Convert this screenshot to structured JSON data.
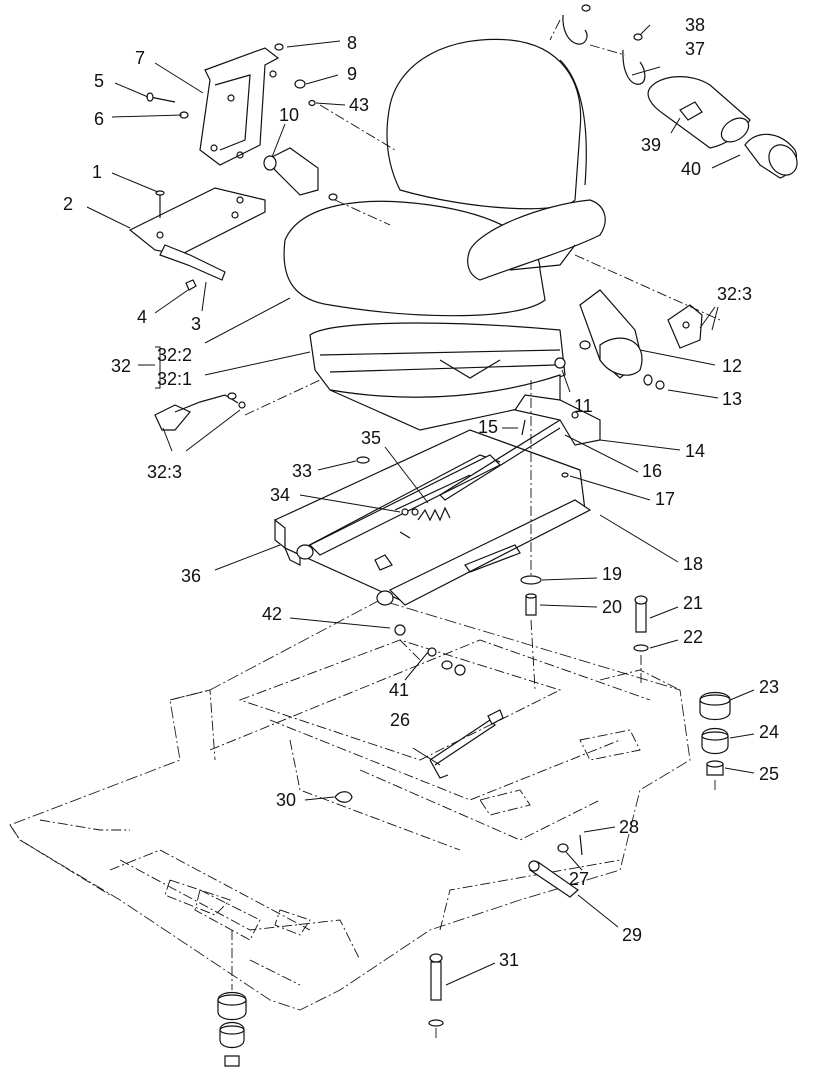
{
  "callouts": [
    {
      "id": "1",
      "label": "1"
    },
    {
      "id": "2",
      "label": "2"
    },
    {
      "id": "3",
      "label": "3"
    },
    {
      "id": "4",
      "label": "4"
    },
    {
      "id": "5",
      "label": "5"
    },
    {
      "id": "6",
      "label": "6"
    },
    {
      "id": "7",
      "label": "7"
    },
    {
      "id": "8",
      "label": "8"
    },
    {
      "id": "9",
      "label": "9"
    },
    {
      "id": "10",
      "label": "10"
    },
    {
      "id": "11",
      "label": "11"
    },
    {
      "id": "12",
      "label": "12"
    },
    {
      "id": "13",
      "label": "13"
    },
    {
      "id": "14",
      "label": "14"
    },
    {
      "id": "15",
      "label": "15"
    },
    {
      "id": "16",
      "label": "16"
    },
    {
      "id": "17",
      "label": "17"
    },
    {
      "id": "18",
      "label": "18"
    },
    {
      "id": "19",
      "label": "19"
    },
    {
      "id": "20",
      "label": "20"
    },
    {
      "id": "21",
      "label": "21"
    },
    {
      "id": "22",
      "label": "22"
    },
    {
      "id": "23",
      "label": "23"
    },
    {
      "id": "24",
      "label": "24"
    },
    {
      "id": "25",
      "label": "25"
    },
    {
      "id": "26",
      "label": "26"
    },
    {
      "id": "27",
      "label": "27"
    },
    {
      "id": "28",
      "label": "28"
    },
    {
      "id": "29",
      "label": "29"
    },
    {
      "id": "30",
      "label": "30"
    },
    {
      "id": "31",
      "label": "31"
    },
    {
      "id": "32",
      "label": "32"
    },
    {
      "id": "32_2",
      "label": "32:2"
    },
    {
      "id": "32_1",
      "label": "32:1"
    },
    {
      "id": "32_3a",
      "label": "32:3"
    },
    {
      "id": "32_3b",
      "label": "32:3"
    },
    {
      "id": "33",
      "label": "33"
    },
    {
      "id": "34",
      "label": "34"
    },
    {
      "id": "35",
      "label": "35"
    },
    {
      "id": "36",
      "label": "36"
    },
    {
      "id": "37",
      "label": "37"
    },
    {
      "id": "38",
      "label": "38"
    },
    {
      "id": "39",
      "label": "39"
    },
    {
      "id": "40",
      "label": "40"
    },
    {
      "id": "41",
      "label": "41"
    },
    {
      "id": "42",
      "label": "42"
    },
    {
      "id": "43",
      "label": "43"
    }
  ]
}
